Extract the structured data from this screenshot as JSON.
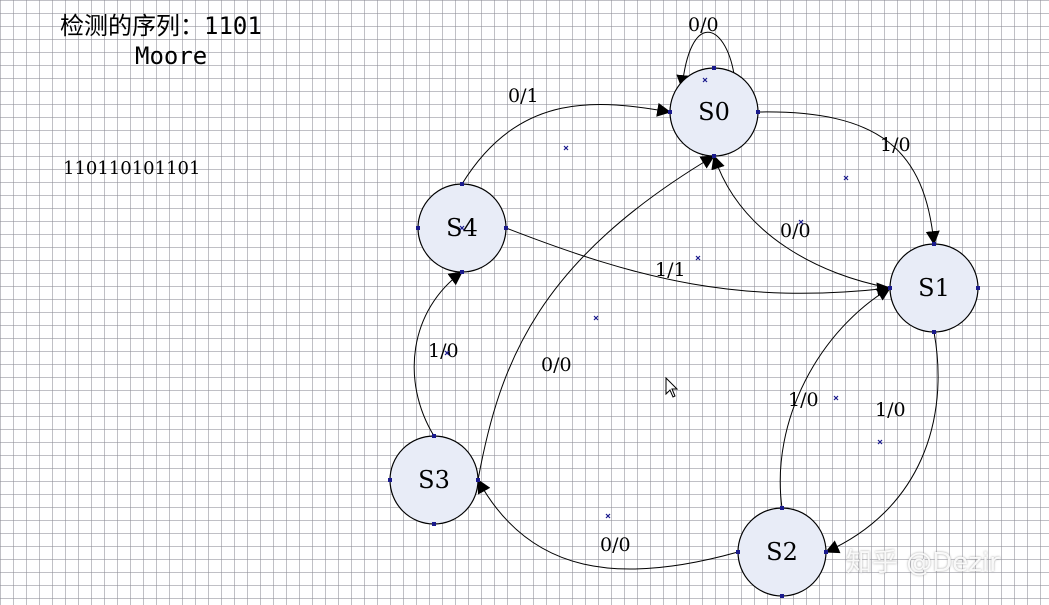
{
  "heading": {
    "line1": "检测的序列：1101",
    "line2": "Moore"
  },
  "sequence": "110110101101",
  "states": [
    {
      "id": "S0",
      "label": "S0"
    },
    {
      "id": "S1",
      "label": "S1"
    },
    {
      "id": "S2",
      "label": "S2"
    },
    {
      "id": "S3",
      "label": "S3"
    },
    {
      "id": "S4",
      "label": "S4"
    }
  ],
  "transitions": [
    {
      "from": "S0",
      "to": "S0",
      "label": "0/0"
    },
    {
      "from": "S0",
      "to": "S1",
      "label": "1/0"
    },
    {
      "from": "S1",
      "to": "S0",
      "label": "0/0"
    },
    {
      "from": "S1",
      "to": "S2",
      "label": "1/0"
    },
    {
      "from": "S2",
      "to": "S1",
      "label": "1/0"
    },
    {
      "from": "S2",
      "to": "S3",
      "label": "0/0"
    },
    {
      "from": "S3",
      "to": "S0",
      "label": "0/0"
    },
    {
      "from": "S3",
      "to": "S4",
      "label": "1/0"
    },
    {
      "from": "S4",
      "to": "S0",
      "label": "0/1"
    },
    {
      "from": "S4",
      "to": "S1",
      "label": "1/1"
    }
  ],
  "watermark": "知乎 @Dezir",
  "colors": {
    "node_fill": "#e8ecf7",
    "handle": "#1a1a8c",
    "grid": "#8c8c96"
  }
}
